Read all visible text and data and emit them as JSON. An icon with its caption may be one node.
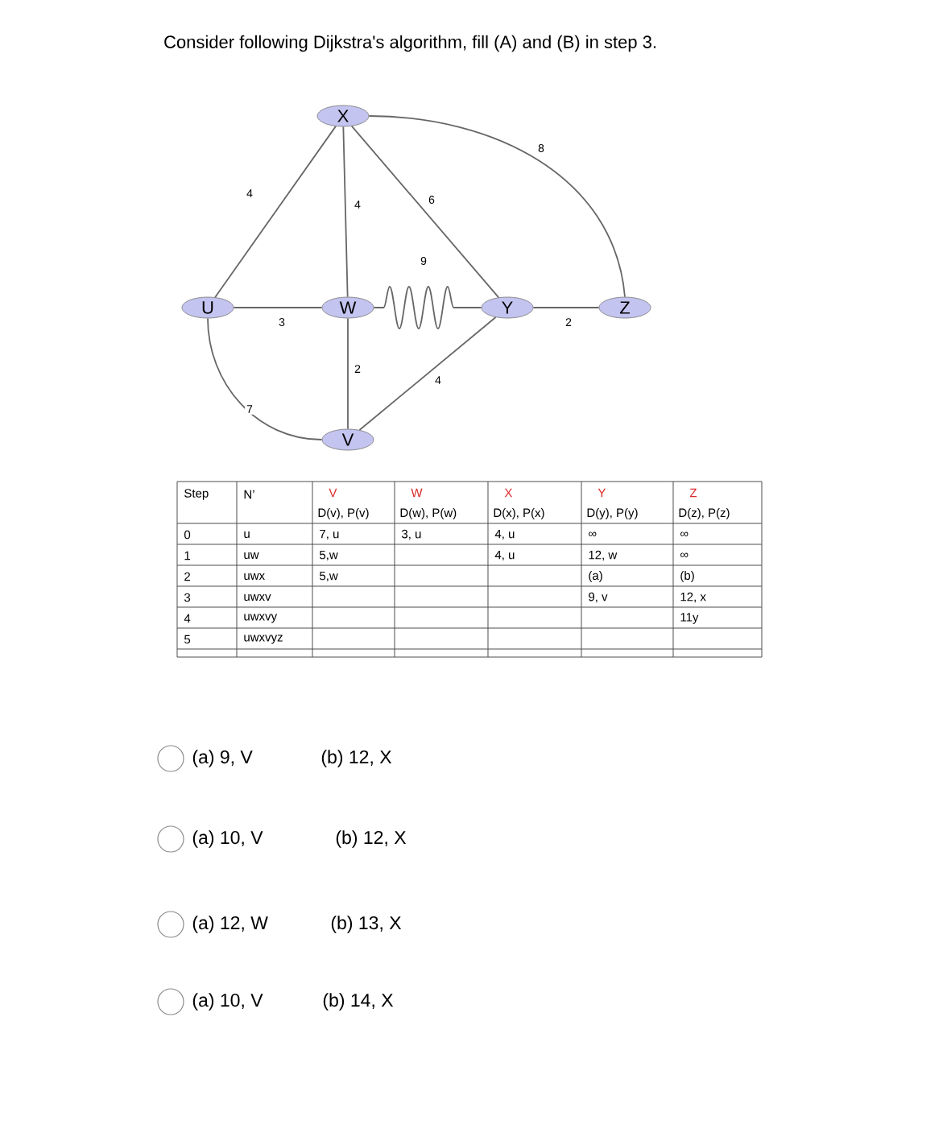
{
  "diagram": {
    "title": "Consider following Dijkstra's algorithm,  fill (A) and (B) in step 3.",
    "nodes": [
      {
        "text": [
          "X"
        ]
      },
      {
        "text": [
          "U"
        ]
      },
      {
        "text": [
          "W"
        ]
      },
      {
        "text": [
          "Y"
        ]
      },
      {
        "text": [
          "Z"
        ]
      },
      {
        "text": [
          "V"
        ]
      }
    ],
    "edges": [
      {
        "from": 1,
        "to": 0,
        "arrow": "none",
        "label": "4"
      },
      {
        "from": 0,
        "to": 2,
        "arrow": "none",
        "label": "4"
      },
      {
        "from": 0,
        "to": 3,
        "arrow": "none",
        "label": "6"
      },
      {
        "from": 0,
        "to": 4,
        "arrow": "none",
        "label": "8"
      },
      {
        "from": 1,
        "to": 2,
        "arrow": "none",
        "label": "3"
      },
      {
        "from": 2,
        "to": 3,
        "arrow": "none",
        "label": "9"
      },
      {
        "from": 3,
        "to": 4,
        "arrow": "none",
        "label": "2"
      },
      {
        "from": 2,
        "to": 5,
        "arrow": "none",
        "label": "2"
      },
      {
        "from": 5,
        "to": 3,
        "arrow": "none",
        "label": "4"
      },
      {
        "from": 1,
        "to": 5,
        "arrow": "none",
        "label": "7"
      }
    ],
    "labels": [
      "Step",
      "N’",
      "V",
      "D(v), P(v)",
      "W",
      "D(w), P(w)",
      "X",
      "D(x), P(x)",
      "Y",
      "D(y), P(y)",
      "Z",
      "D(z), P(z)",
      "0",
      "u",
      "7, u",
      "3, u",
      "4, u",
      "∞",
      "∞",
      "1",
      "uw",
      "5,w",
      "4, u",
      "12, w",
      "∞",
      "2",
      "uwx",
      "5,w",
      "(a)",
      "(b)",
      "3",
      "uwxv",
      "9, v",
      "12, x",
      "4",
      "uwxvy",
      "11y",
      "5",
      "uwxvyz",
      "(a)  9, V",
      "(b) 12, X",
      "(a)  10, V",
      "(b) 12, X",
      "(a)  12, W",
      "(b) 13, X",
      "(a)  10, V",
      "(b) 14, X"
    ]
  }
}
